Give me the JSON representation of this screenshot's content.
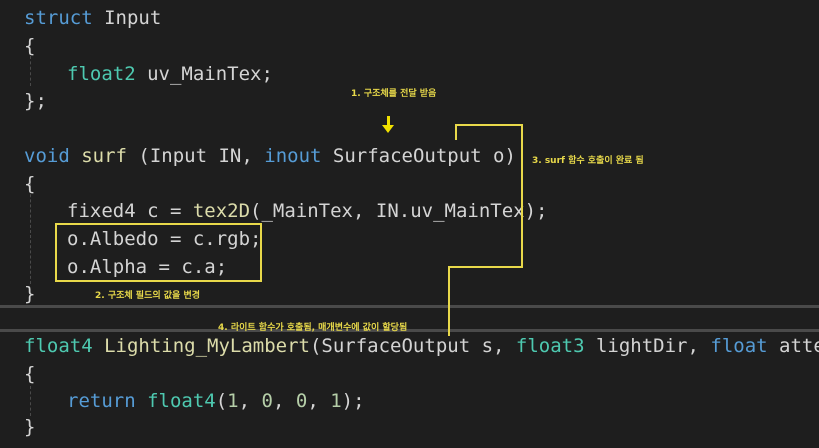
{
  "code": {
    "l1_kw": "struct",
    "l1_name": " Input",
    "l2": "{",
    "l3_type": "float2",
    "l3_rest": " uv_MainTex;",
    "l4": "};",
    "l5_kw": "void",
    "l5_fn": " surf",
    "l5_mid": " (Input IN, ",
    "l5_kw2": "inout",
    "l5_rest": " SurfaceOutput o)",
    "l6": "{",
    "l7_a": "fixed4 c = ",
    "l7_fn": "tex2D",
    "l7_b": "(_MainTex, IN.uv_MainTex);",
    "l8": "o.Albedo = c.rgb;",
    "l9": "o.Alpha = c.a;",
    "l10": "}",
    "l11_type": "float4",
    "l11_fn": " Lighting_MyLambert",
    "l11_a": "(SurfaceOutput s, ",
    "l11_type2": "float3",
    "l11_b": " lightDir, ",
    "l11_kw": "float",
    "l11_c": " atten)",
    "l12": "{",
    "l13_kw": "return",
    "l13_fn": " float4",
    "l13_a": "(",
    "l13_n1": "1",
    "l13_b": ", ",
    "l13_n2": "0",
    "l13_c": ", ",
    "l13_n3": "0",
    "l13_d": ", ",
    "l13_n4": "1",
    "l13_e": ");",
    "l14": "}"
  },
  "annotations": {
    "a1": "1. 구조체를 전달 받음",
    "a2": "2. 구조체 필드의 값을 변경",
    "a3": "3. surf 함수 호출이 완료 됨",
    "a4": "4. 라이트 함수가 호출됨, 매개변수에 값이 할당됨"
  },
  "colors": {
    "background": "#1e1e1e",
    "keyword": "#569cd6",
    "type": "#4ec9b0",
    "function": "#dcdcaa",
    "number": "#b5cea8",
    "text": "#d4d4d4",
    "annotation": "#e8d94a"
  }
}
